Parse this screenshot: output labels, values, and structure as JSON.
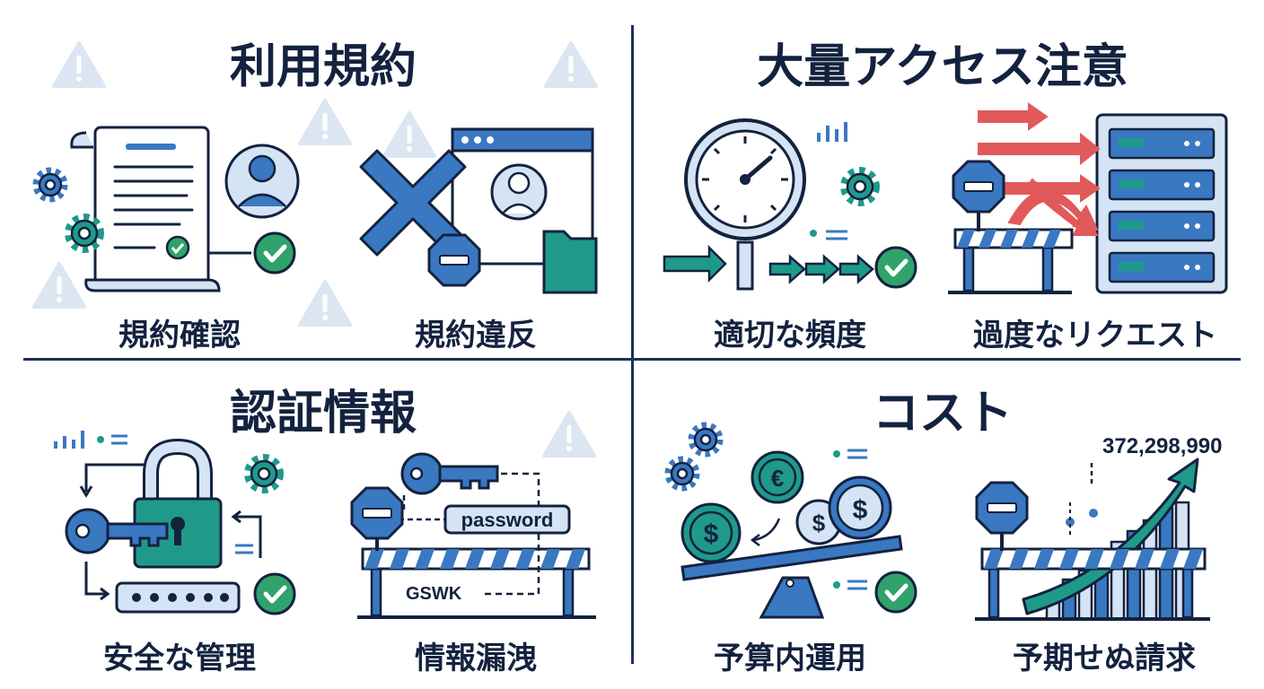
{
  "quadrants": [
    {
      "title": "利用規約",
      "left_caption": "規約確認",
      "right_caption": "規約違反"
    },
    {
      "title": "大量アクセス注意",
      "left_caption": "適切な頻度",
      "right_caption": "過度なリクエスト"
    },
    {
      "title": "認証情報",
      "left_caption": "安全な管理",
      "right_caption": "情報漏洩"
    },
    {
      "title": "コスト",
      "left_caption": "予算内運用",
      "right_caption": "予期せぬ請求"
    }
  ],
  "labels": {
    "password_field": "password",
    "token_text": "GSWK",
    "cost_counter": "372,298,990",
    "euro_symbol": "€",
    "dollar_symbol": "$"
  },
  "colors": {
    "navy": "#1b3156",
    "blue": "#3a78c2",
    "light_blue": "#d4e4f4",
    "teal": "#1f9a8a",
    "green": "#2fa36b",
    "red": "#e2595a",
    "warning_fill": "#dbe6f2"
  },
  "icons": [
    "warning-icon",
    "document-icon",
    "user-icon",
    "check-icon",
    "gear-icon",
    "cross-icon",
    "stop-sign-icon",
    "folder-icon",
    "browser-window-icon",
    "clock-icon",
    "arrow-icon",
    "server-rack-icon",
    "barrier-icon",
    "padlock-icon",
    "key-icon",
    "password-dots-icon",
    "coin-icon",
    "seesaw-icon",
    "growth-chart-icon",
    "signal-bars-icon"
  ]
}
